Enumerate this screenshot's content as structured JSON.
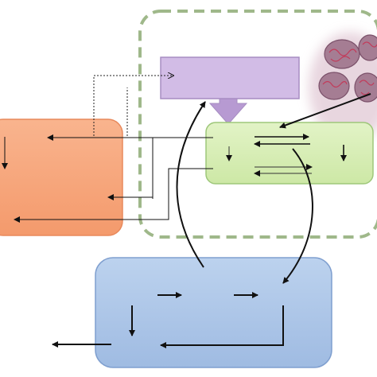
{
  "diagram": {
    "colors": {
      "background": "#ffffff",
      "dashed_region_border": "#9fb88a",
      "purple_box": "#d2bce6",
      "purple_box_border": "#a78dc2",
      "purple_arrow": "#b79ad2",
      "green_box": "#d7eeb5",
      "green_box_border": "#9ec77a",
      "orange_box": "#f7a47a",
      "orange_box_border": "#e8895c",
      "blue_box": "#aac4e6",
      "blue_box_border": "#7f9fcf",
      "mitochondria": "#9a6f86",
      "arrow": "#111111"
    },
    "nodes": [
      {
        "id": "dashed-region",
        "shape": "dashed-rounded-rect",
        "text": ""
      },
      {
        "id": "purple-box",
        "shape": "rect-with-down-arrow",
        "text": ""
      },
      {
        "id": "green-box",
        "shape": "rounded-rect",
        "text": ""
      },
      {
        "id": "orange-box",
        "shape": "rounded-rect",
        "text": ""
      },
      {
        "id": "blue-box",
        "shape": "rounded-rect",
        "text": ""
      },
      {
        "id": "mitochondria-image",
        "shape": "picture",
        "icon": "mitochondria-cluster-icon",
        "text": ""
      }
    ],
    "connections": [
      {
        "from": "orange-box",
        "to": "purple-box",
        "style": "dotted",
        "head": "open"
      },
      {
        "from": "green-box",
        "to": "orange-box",
        "style": "solid-thin",
        "head": "filled"
      },
      {
        "from": "green-box",
        "to": "orange-box",
        "style": "solid-thin",
        "head": "filled"
      },
      {
        "from": "mitochondria-image",
        "to": "green-box",
        "style": "solid",
        "head": "filled"
      },
      {
        "from": "green-box",
        "to": "blue-box",
        "style": "curved",
        "head": "filled"
      },
      {
        "from": "blue-box",
        "to": "purple-box",
        "style": "curved",
        "head": "filled"
      },
      {
        "from": "blue-box",
        "to": "outside-left",
        "style": "solid",
        "head": "filled"
      }
    ]
  }
}
